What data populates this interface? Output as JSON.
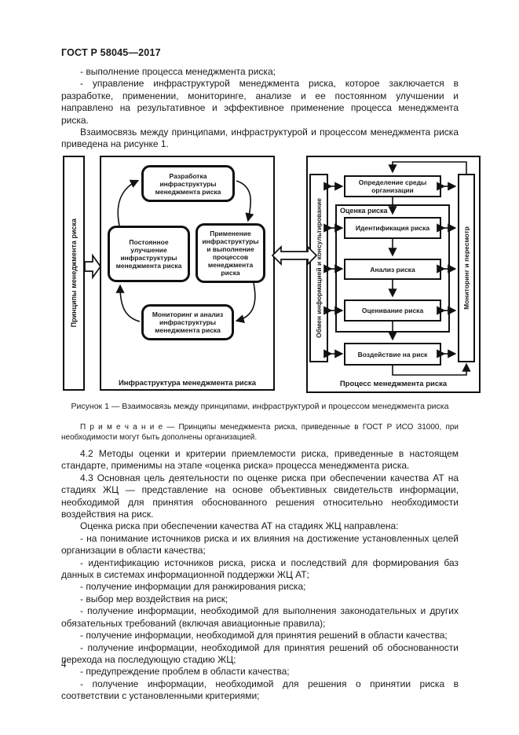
{
  "page": {
    "header": "ГОСТ Р 58045—2017",
    "page_number": "4"
  },
  "intro": {
    "item_execution": "- выполнение процесса менеджмента риска;",
    "para_management": "- управление инфраструктурой менеджмента риска, которое заключается в разработке, применении, мониторинге, анализе и ее постоянном улучшении и направлено на результативное и эффективное применение процесса менеджмента риска.",
    "para_relation": "Взаимосвязь между принципами, инфраструктурой и процессом менеджмента риска приведена на рисунке 1."
  },
  "figure": {
    "caption": "Рисунок 1 — Взаимосвязь между принципами, инфраструктурой и процессом менеджмента риска",
    "principles_label": "Принципы менеджмента риска",
    "infrastructure": {
      "label": "Инфраструктура менеджмента риска",
      "develop": "Разработка инфраструктуры менеджмента риска",
      "improve": "Постоянное улучшение инфраструктуры менеджмента риска",
      "apply": "Применение инфраструктуры и выполнение процессов менеджмента риска",
      "monitor": "Мониторинг и анализ инфраструктуры менеджмента риска"
    },
    "process": {
      "label": "Процесс менеджмента риска",
      "communication": "Обмен информацией и консультирование",
      "monitoring": "Мониторинг и пересмотр",
      "context": "Определение среды организации",
      "assessment": "Оценка риска",
      "identification": "Идентификация риска",
      "analysis": "Анализ риска",
      "evaluation": "Оценивание риска",
      "treatment": "Воздействие на риск"
    }
  },
  "note": {
    "label": "П р и м е ч а н и е",
    "text": "— Принципы менеджмента риска, приведенные в ГОСТ Р ИСО 31000, при необходимости могут быть дополнены организацией."
  },
  "sections": {
    "s42": "4.2 Методы оценки и критерии приемлемости риска, приведенные в настоящем стандарте, применимы на этапе «оценка риска» процесса менеджмента риска.",
    "s43": "4.3 Основная цель деятельности по оценке риска при обеспечении качества АТ на стадиях ЖЦ — представление на основе объективных свидетельств информации, необходимой для принятия обоснованного решения относительно необходимости воздействия на риск.",
    "goals_intro": "Оценка риска при обеспечении качества АТ на стадиях ЖЦ направлена:",
    "goals": [
      "- на понимание источников риска и их влияния на достижение установленных целей организации в области качества;",
      "- идентификацию источников риска, риска и последствий для формирования баз данных в системах информационной поддержки ЖЦ АТ;",
      "- получение информации для ранжирования риска;",
      "- выбор мер воздействия на риск;",
      "- получение информации, необходимой для выполнения законодательных и других обязательных требований (включая авиационные правила);",
      "- получение информации, необходимой для принятия решений в области качества;",
      "- получение информации, необходимой для принятия решений об обоснованности перехода на последующую стадию ЖЦ;",
      "- предупреждение проблем в области качества;",
      "- получение информации, необходимой для решения о принятии риска в соответствии с установленными критериями;"
    ]
  }
}
